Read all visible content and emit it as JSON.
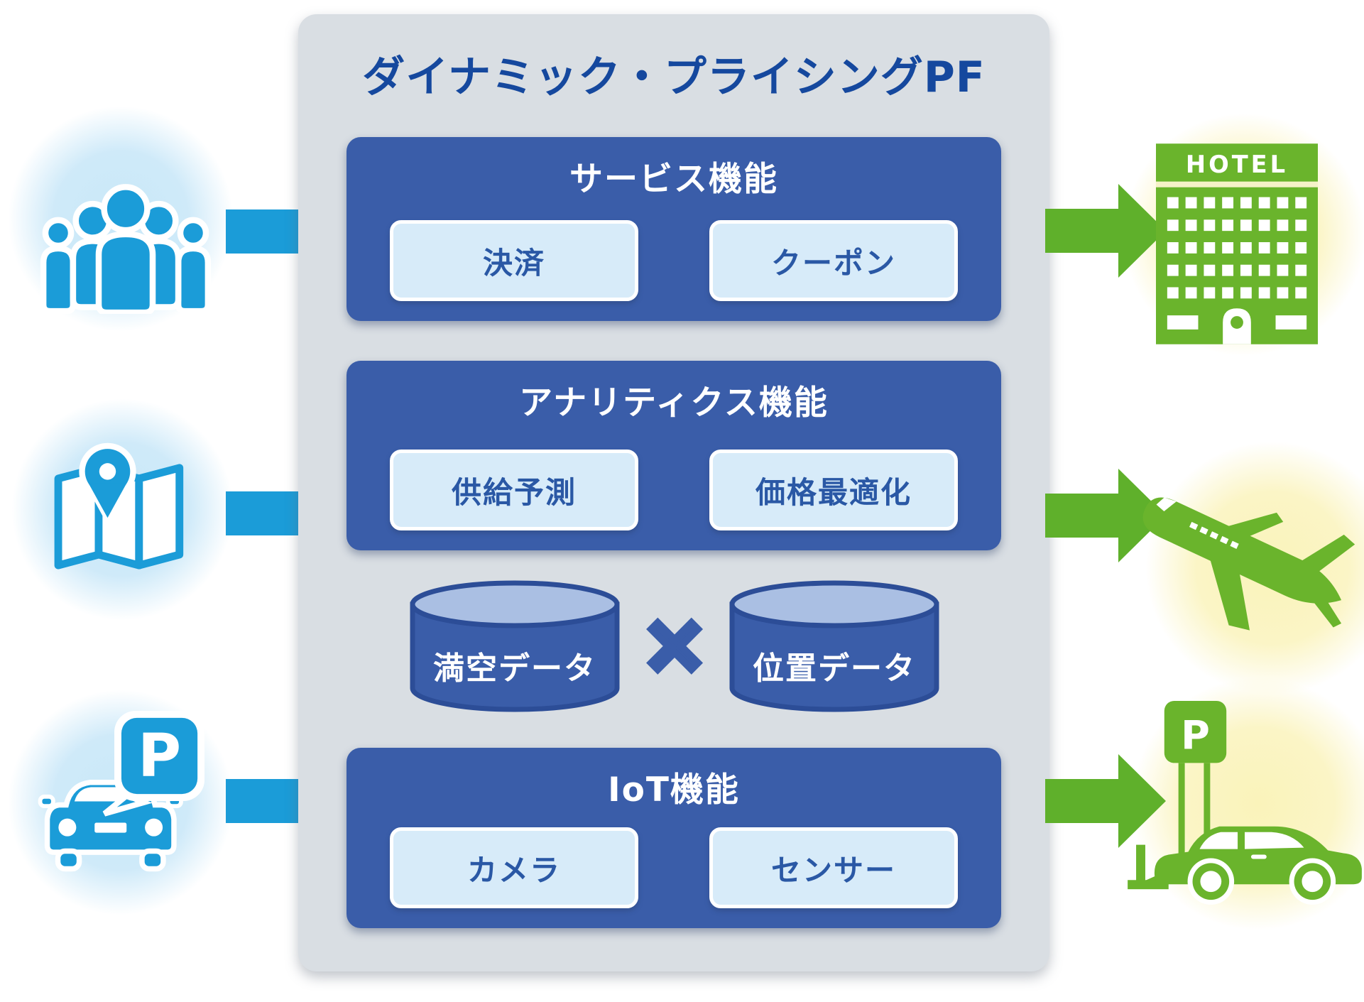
{
  "title": "ダイナミック・プライシングPF",
  "boxes": [
    {
      "heading": "サービス機能",
      "items": [
        "決済",
        "クーポン"
      ]
    },
    {
      "heading": "アナリティクス機能",
      "items": [
        "供給予測",
        "価格最適化"
      ]
    },
    {
      "heading": "IoT機能",
      "items": [
        "カメラ",
        "センサー"
      ]
    }
  ],
  "databases": {
    "left": "満空データ",
    "right": "位置データ",
    "operator": "×"
  },
  "labels": {
    "hotel_sign": "HOTEL",
    "parking_letter": "P"
  },
  "icons": {
    "left": [
      "crowd-icon",
      "map-location-icon",
      "car-parking-icon"
    ],
    "right": [
      "hotel-icon",
      "airplane-icon",
      "parked-car-icon"
    ],
    "arrow": "arrow-right-icon",
    "operator": "multiply-icon"
  },
  "colors": {
    "panel_gray": "#d9dee3",
    "box_blue": "#3a5da9",
    "chip_fill": "#d7ebf9",
    "chip_text": "#2a58a5",
    "title_text": "#15489e",
    "bright_blue": "#1b9cd8",
    "green": "#5fb02b",
    "hotel_green": "#6ab42c",
    "cylinder_top": "#aabfe3",
    "cylinder_outline": "#2c4d97",
    "glow_blue": "#cdeaf9",
    "glow_yellow": "#fbf5c6"
  }
}
